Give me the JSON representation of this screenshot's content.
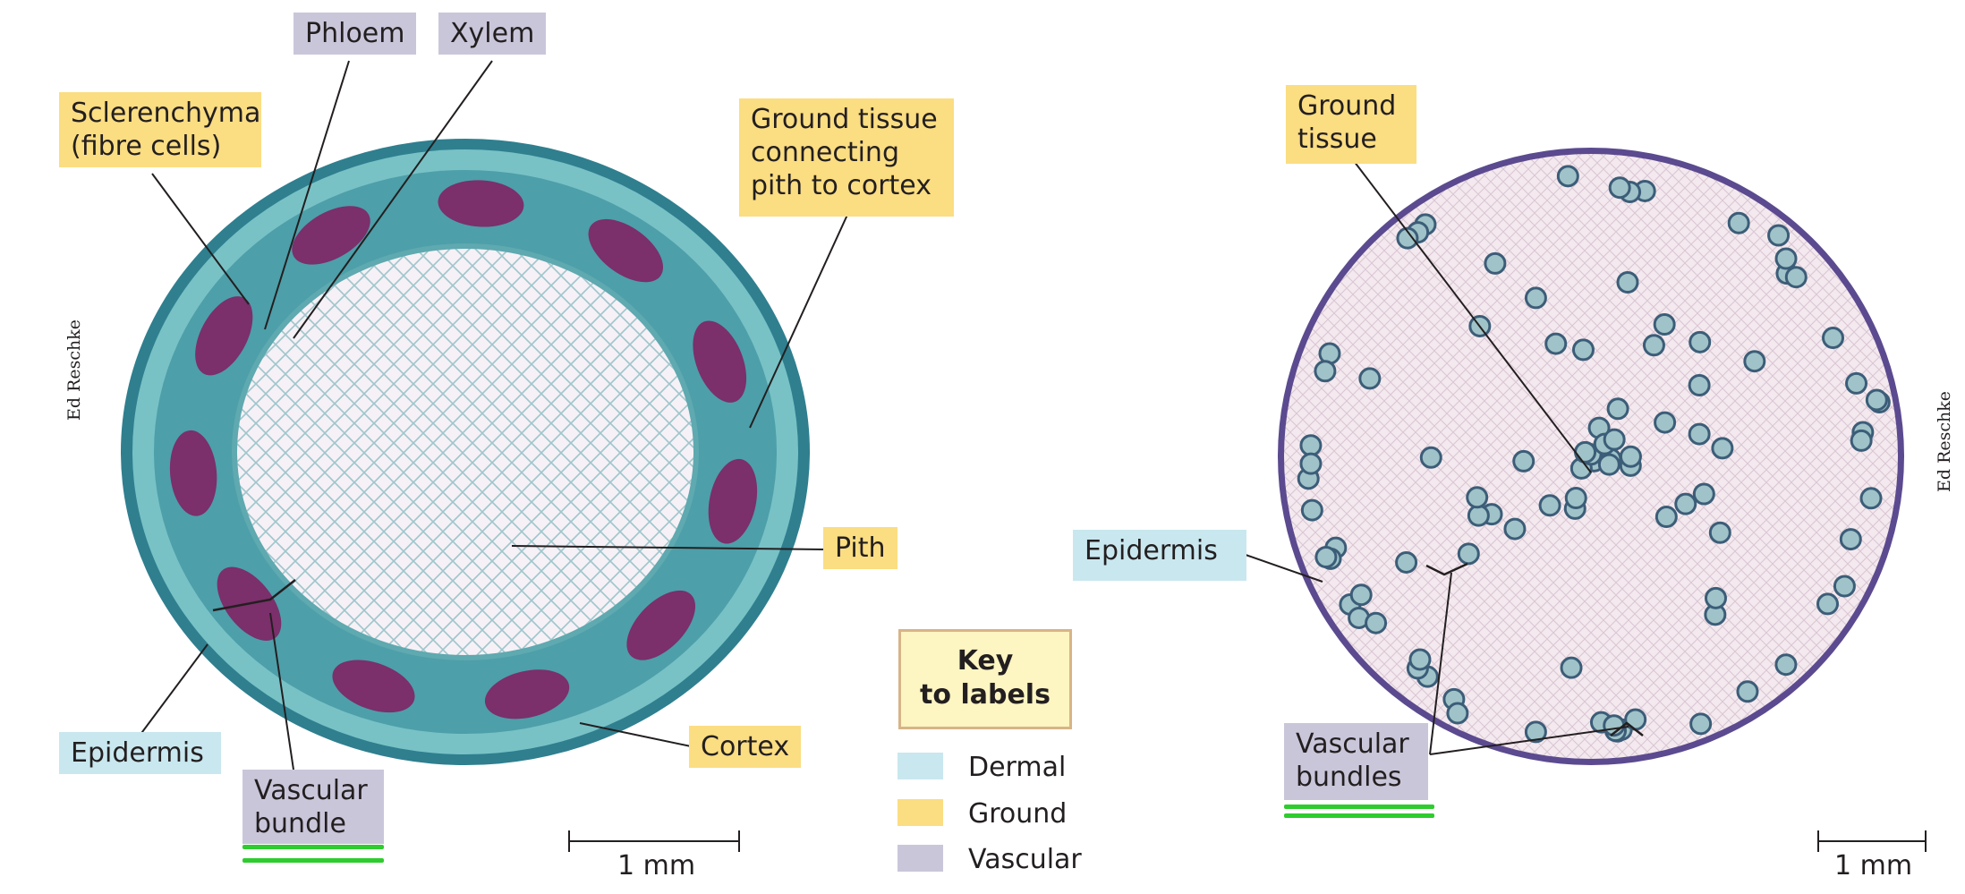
{
  "left_panel": {
    "labels": {
      "phloem": "Phloem",
      "xylem": "Xylem",
      "sclerenchyma_line1": "Sclerenchyma",
      "sclerenchyma_line2": "(fibre cells)",
      "ground_line1": "Ground tissue",
      "ground_line2": "connecting",
      "ground_line3": "pith to cortex",
      "pith": "Pith",
      "cortex": "Cortex",
      "epidermis": "Epidermis",
      "vascular_line1": "Vascular",
      "vascular_line2": "bundle"
    },
    "credit": "Ed Reschke",
    "scale": "1 mm"
  },
  "right_panel": {
    "labels": {
      "ground_line1": "Ground",
      "ground_line2": "tissue",
      "epidermis": "Epidermis",
      "vascular_line1": "Vascular",
      "vascular_line2": "bundles"
    },
    "credit": "Ed Reschke",
    "scale": "1 mm"
  },
  "key": {
    "title_line1": "Key",
    "title_line2": "to labels",
    "items": [
      {
        "label": "Dermal",
        "color": "#c9e7ef"
      },
      {
        "label": "Ground",
        "color": "#fbdd82"
      },
      {
        "label": "Vascular",
        "color": "#cac6da"
      }
    ]
  },
  "colors": {
    "dermal": "#c9e7ef",
    "ground": "#fbdd82",
    "vascular": "#cac6da",
    "underline": "#2ecc2e"
  }
}
